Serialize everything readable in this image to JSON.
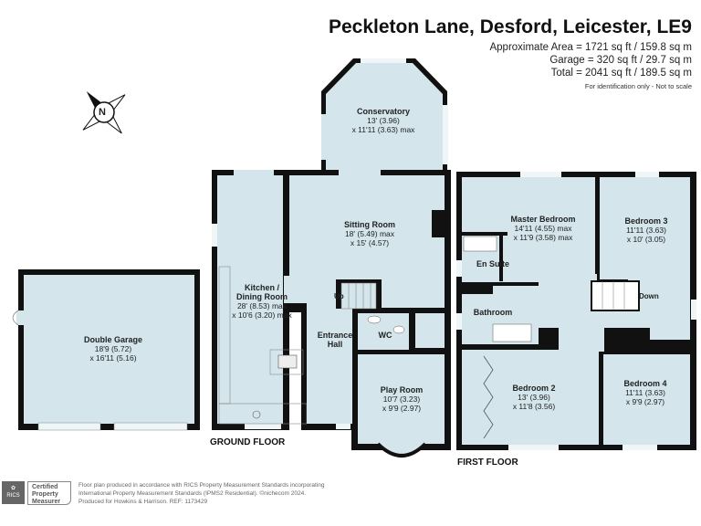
{
  "header": {
    "title": "Peckleton Lane, Desford, Leicester, LE9",
    "areas": [
      "Approximate Area = 1721 sq ft / 159.8 sq m",
      "Garage = 320 sq ft / 29.7 sq m",
      "Total = 2041 sq ft / 189.5 sq m"
    ],
    "note": "For identification only - Not to scale"
  },
  "compass": {
    "label": "N"
  },
  "colors": {
    "room_fill": "#d4e6ec",
    "wall": "#111111",
    "window": "#eef6f8"
  },
  "ground_floor": {
    "label": "GROUND FLOOR",
    "rooms": [
      {
        "name": "Double Garage",
        "dims": [
          "18'9 (5.72)",
          "x 16'11 (5.16)"
        ]
      },
      {
        "name": "Kitchen /",
        "name2": "Dining Room",
        "dims": [
          "28' (8.53) max",
          "x 10'6 (3.20) max"
        ]
      },
      {
        "name": "Conservatory",
        "dims": [
          "13' (3.96)",
          "x 11'11 (3.63) max"
        ]
      },
      {
        "name": "Sitting Room",
        "dims": [
          "18' (5.49) max",
          "x 15' (4.57)"
        ]
      },
      {
        "name": "Entrance",
        "name2": "Hall"
      },
      {
        "name": "WC"
      },
      {
        "name": "Play Room",
        "dims": [
          "10'7 (3.23)",
          "x 9'9 (2.97)"
        ]
      }
    ],
    "stairs_label": "Up"
  },
  "first_floor": {
    "label": "FIRST FLOOR",
    "rooms": [
      {
        "name": "Master Bedroom",
        "dims": [
          "14'11 (4.55) max",
          "x 11'9 (3.58) max"
        ]
      },
      {
        "name": "Bedroom 3",
        "dims": [
          "11'11 (3.63)",
          "x 10' (3.05)"
        ]
      },
      {
        "name": "En Suite"
      },
      {
        "name": "Bathroom"
      },
      {
        "name": "Bedroom 2",
        "dims": [
          "13' (3.96)",
          "x 11'8 (3.56)"
        ]
      },
      {
        "name": "Bedroom 4",
        "dims": [
          "11'11 (3.63)",
          "x 9'9 (2.97)"
        ]
      }
    ],
    "stairs_label": "Down"
  },
  "footer": {
    "rics": "RICS",
    "certified": [
      "Certified",
      "Property",
      "Measurer"
    ],
    "lines": [
      "Floor plan produced in accordance with RICS Property Measurement Standards incorporating",
      "International Property Measurement Standards (IPMS2 Residential).   ©nichecom 2024.",
      "Produced for Howkins & Harrison.   REF: 1173429"
    ]
  }
}
